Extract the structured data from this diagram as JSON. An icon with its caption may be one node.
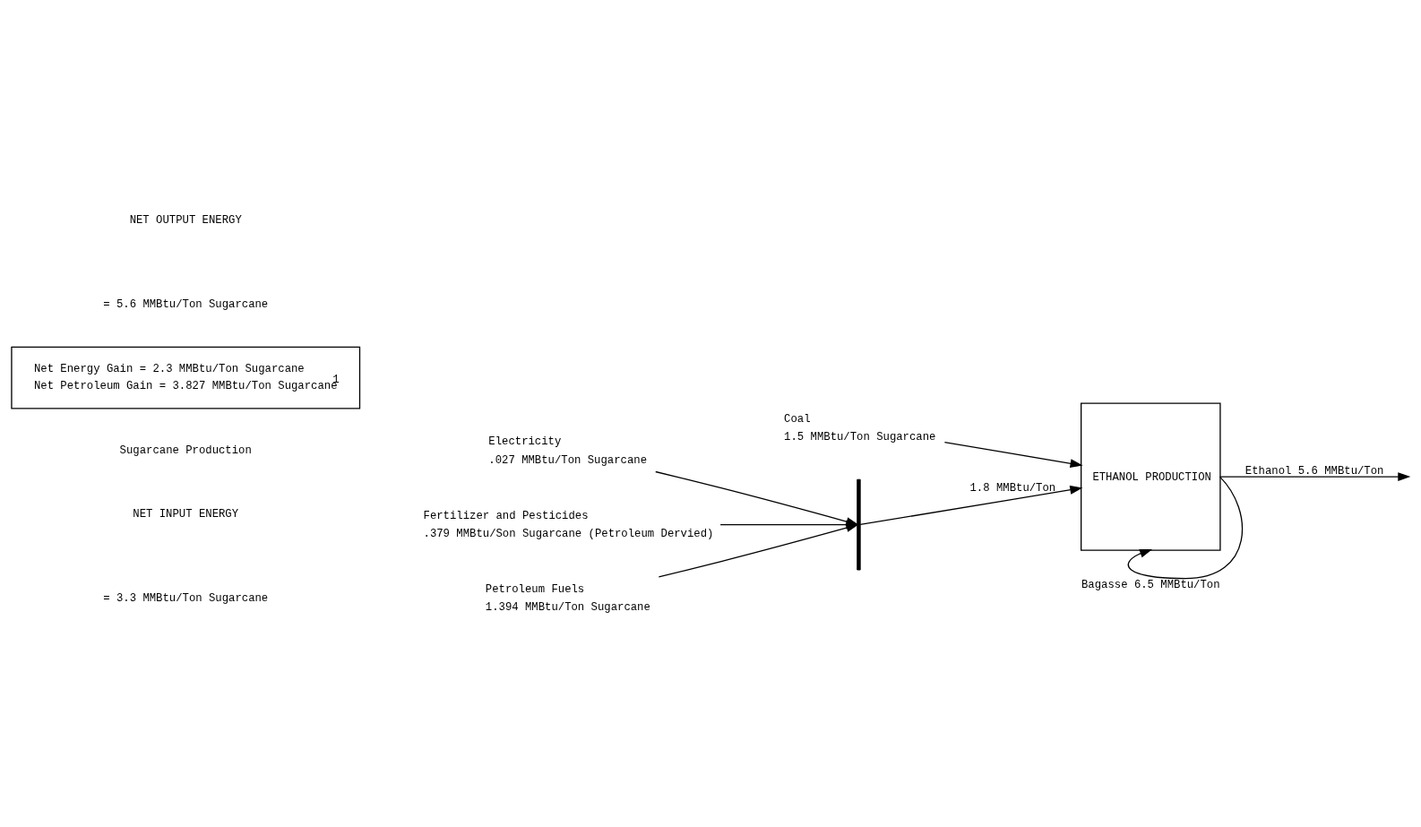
{
  "diagram": {
    "nodes": [
      {
        "text": [
          "Petroleum Fuels"
        ],
        "beside": [
          "1.394 MMBtu/Ton Sugarcane"
        ]
      },
      {
        "text": [
          "Electricity"
        ],
        "beside": [
          ".027 MMBtu/Ton Sugarcane"
        ]
      },
      {
        "text": [
          "Fertilizer and Pesticides"
        ],
        "beside": [
          ".379 MMBtu/Son Sugarcane (Petroleum Dervied)"
        ]
      },
      {
        "text": [
          "Coal"
        ],
        "beside": [
          "1.5 MMBtu/Ton Sugarcane"
        ]
      },
      {
        "text": [],
        "shape": "bar"
      },
      {
        "text": [
          "ETHANOL PRODUCTION"
        ]
      },
      {
        "text": [
          "Net Energy Gain = 2.3 MMBtu/Ton Sugarcane",
          "Net Petroleum Gain = 3.827 MMBtu/Ton Sugarcane$^{1}$"
        ]
      }
    ],
    "edges": [
      {
        "from": 0,
        "to": 4,
        "arrow": "to"
      },
      {
        "from": 1,
        "to": 4,
        "arrow": "to"
      },
      {
        "from": 2,
        "to": 4,
        "arrow": "to"
      },
      {
        "from": 4,
        "to": 5,
        "arrow": "to",
        "label": "1.8 MMBtu/Ton"
      },
      {
        "from": 3,
        "to": 5,
        "arrow": "to"
      },
      {
        "from": 5,
        "to": 5,
        "arrow": "to",
        "label": "Bagasse 6.5 MMBtu/Ton"
      },
      {
        "from": 5,
        "to": null,
        "arrow": "to",
        "label": "Ethanol 5.6 MMBtu/Ton"
      }
    ],
    "labels": [
      "NET INPUT ENERGY",
      "= 3.3 MMBtu/Ton Sugarcane",
      "NET OUTPUT ENERGY",
      "= 5.6 MMBtu/Ton Sugarcane",
      "Sugarcane Production"
    ]
  }
}
